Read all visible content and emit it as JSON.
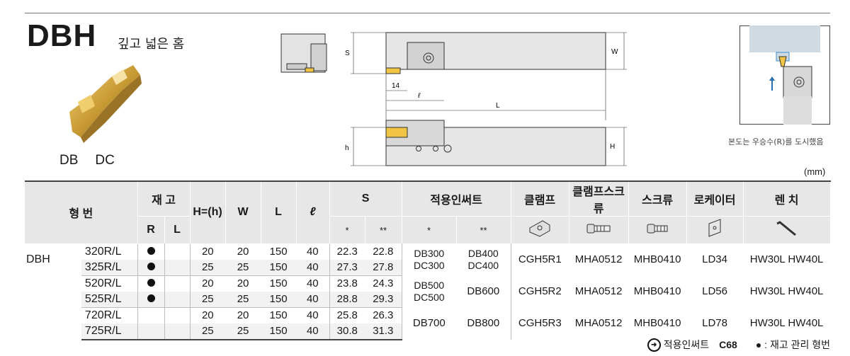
{
  "header": {
    "title": "DBH",
    "subtitle": "깊고 넓은 홈",
    "insert_labels": [
      "DB",
      "DC"
    ],
    "note": "본도는 우승수(R)를 도시했음",
    "unit": "(mm)"
  },
  "drawing_labels": {
    "s": "S",
    "w": "W",
    "h": "h",
    "H": "H",
    "L": "L",
    "l": "ℓ",
    "d14": "14"
  },
  "table": {
    "head": {
      "model": "형      번",
      "stock": "재    고",
      "stock_r": "R",
      "stock_l": "L",
      "H": "H=(h)",
      "W": "W",
      "L": "L",
      "l": "ℓ",
      "S": "S",
      "s1": "*",
      "s2": "**",
      "insert": "적용인써트",
      "i1": "*",
      "i2": "**",
      "clamp": "클램프",
      "clamp_screw": "클램프스크류",
      "screw": "스크류",
      "locator": "로케이터",
      "wrench": "렌 치"
    },
    "series": "DBH",
    "rows": [
      {
        "model": "320R/L",
        "H": "20",
        "W": "20",
        "L": "150",
        "l": "40",
        "s1": "22.3",
        "s2": "22.8"
      },
      {
        "model": "325R/L",
        "H": "25",
        "W": "25",
        "L": "150",
        "l": "40",
        "s1": "27.3",
        "s2": "27.8"
      },
      {
        "model": "520R/L",
        "H": "20",
        "W": "20",
        "L": "150",
        "l": "40",
        "s1": "23.8",
        "s2": "24.3"
      },
      {
        "model": "525R/L",
        "H": "25",
        "W": "25",
        "L": "150",
        "l": "40",
        "s1": "28.8",
        "s2": "29.3"
      },
      {
        "model": "720R/L",
        "H": "20",
        "W": "20",
        "L": "150",
        "l": "40",
        "s1": "25.8",
        "s2": "26.3"
      },
      {
        "model": "725R/L",
        "H": "25",
        "W": "25",
        "L": "150",
        "l": "40",
        "s1": "30.8",
        "s2": "31.3"
      }
    ],
    "groups": [
      {
        "ins1a": "DB300",
        "ins1b": "DC300",
        "ins2a": "DB400",
        "ins2b": "DC400",
        "clamp": "CGH5R1",
        "clamp_screw": "MHA0512",
        "screw": "MHB0410",
        "locator": "LD34",
        "wrench": "HW30L  HW40L"
      },
      {
        "ins1a": "DB500",
        "ins1b": "DC500",
        "ins2": "DB600",
        "clamp": "CGH5R2",
        "clamp_screw": "MHA0512",
        "screw": "MHB0410",
        "locator": "LD56",
        "wrench": "HW30L  HW40L"
      },
      {
        "ins1": "DB700",
        "ins2": "DB800",
        "clamp": "CGH5R3",
        "clamp_screw": "MHA0512",
        "screw": "MHB0410",
        "locator": "LD78",
        "wrench": "HW30L  HW40L"
      }
    ]
  },
  "footer": {
    "ref_label": "적용인써트",
    "ref_page": "C68",
    "legend": "● : 재고 관리 형번"
  }
}
